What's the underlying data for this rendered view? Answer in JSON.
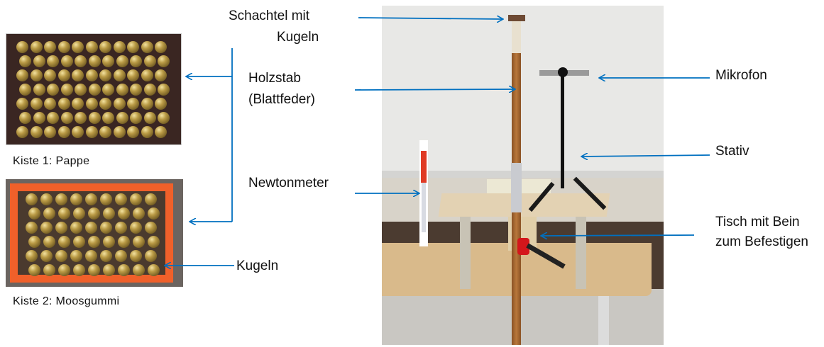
{
  "labels": {
    "schachtel_line1": "Schachtel mit",
    "schachtel_line2": "Kugeln",
    "holzstab_line1": "Holzstab",
    "holzstab_line2": "(Blattfeder)",
    "newtonmeter": "Newtonmeter",
    "mikrofon": "Mikrofon",
    "stativ": "Stativ",
    "tisch_line1": "Tisch mit Bein",
    "tisch_line2": "zum Befestigen",
    "kugeln": "Kugeln"
  },
  "captions": {
    "kiste1": "Kiste 1: Pappe",
    "kiste2": "Kiste 2: Moosgummi"
  },
  "colors": {
    "arrow": "#0070c0",
    "box1_bg": "#3a2622",
    "box2_border": "#f0602a",
    "rod": "#a4662f"
  }
}
